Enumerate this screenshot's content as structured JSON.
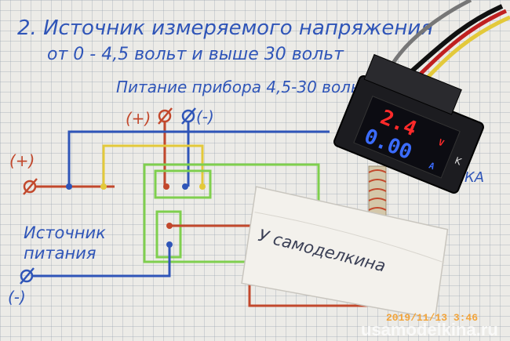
{
  "title_line1": "2. Источник измеряемого напряжения",
  "title_line2": "от 0 - 4,5 вольт и выше 30 вольт",
  "power_label": "Питание прибора 4,5-30 вольт",
  "plus_top": "(+)",
  "minus_top": "(-)",
  "plus_left": "(+)",
  "minus_left": "(-)",
  "source_label_line1": "Источник",
  "source_label_line2": "питания",
  "side_label": "КА",
  "note_text": "У самоделкина",
  "meter": {
    "top_reading": "2.4",
    "bottom_reading": "0.00",
    "unit_top": "V",
    "unit_bottom": "A",
    "unit_mark": "K"
  },
  "watermark": "usamodelkina.ru",
  "date_stamp": "2019/11/13 3:46",
  "colors": {
    "blue_ink": "#2f55b8",
    "red_wire": "#c2482c",
    "yellow_wire": "#e3c93a",
    "green_wire": "#7fcf4e",
    "meter_body": "#1c1c20"
  }
}
